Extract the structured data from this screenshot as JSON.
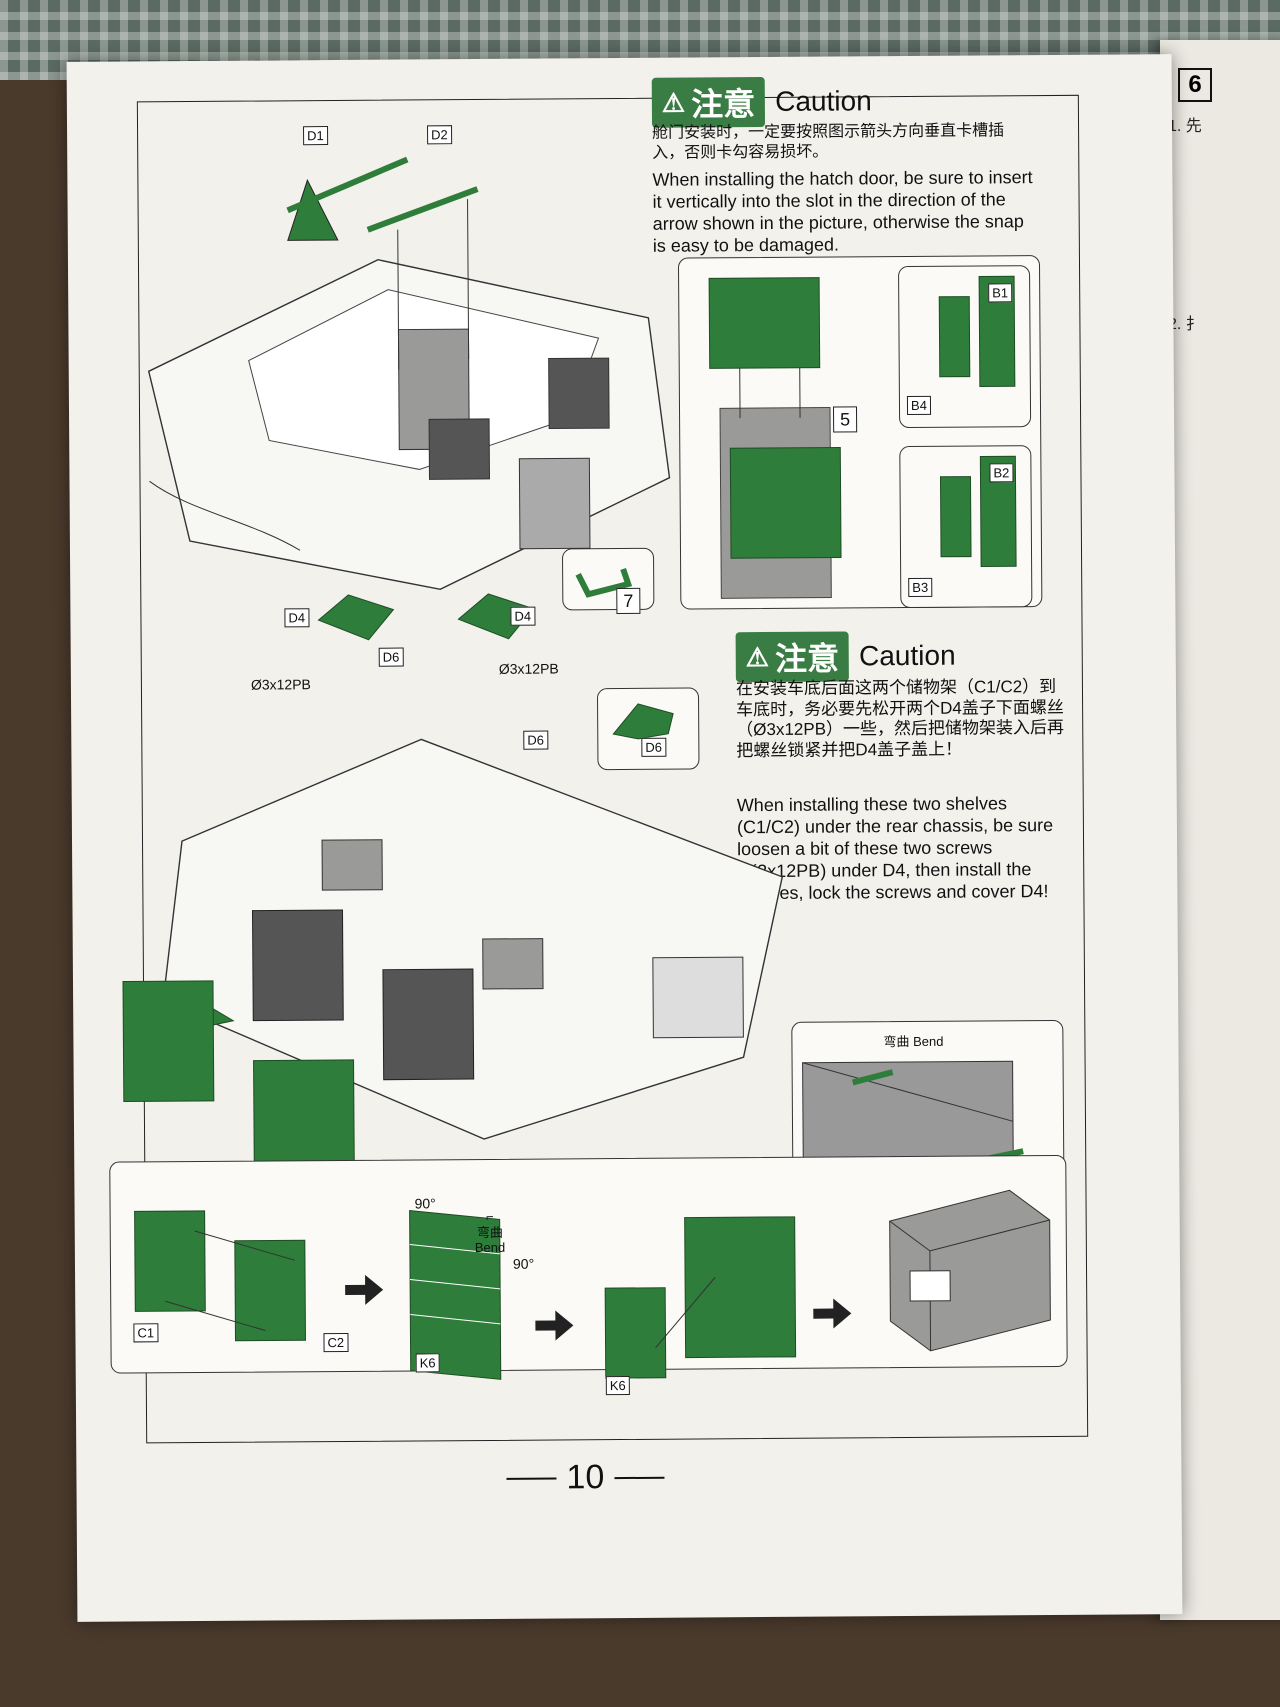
{
  "page": {
    "page_number": "10",
    "caution_top": {
      "badge": "注意",
      "word": "Caution",
      "zh": "舱门安装时，一定要按照图示箭头方向垂直卡槽插入，否则卡勾容易损坏。",
      "en": "When installing the hatch door, be sure to insert it vertically into the slot in the direction of the arrow shown in the picture, otherwise the snap is easy to be damaged."
    },
    "caution_mid": {
      "badge": "注意",
      "word": "Caution",
      "zh": "在安装车底后面这两个储物架（C1/C2）到车底时，务必要先松开两个D4盖子下面螺丝（Ø3x12PB）一些，然后把储物架装入后再把螺丝锁紧并把D4盖子盖上！",
      "en": "When installing these two shelves (C1/C2) under the rear chassis, be sure loosen a bit of these two screws (Ø3x12PB) under D4, then install the shelves, lock the screws and cover D4!"
    },
    "labels": {
      "d1": "D1",
      "d2": "D2",
      "b1": "B1",
      "b2": "B2",
      "b3": "B3",
      "b4": "B4",
      "n5": "5",
      "n7": "7",
      "d4_left": "D4",
      "d4_right": "D4",
      "d6_left": "D6",
      "d6_mid": "D6",
      "d6_panel": "D6",
      "screw_left": "Ø3x12PB",
      "screw_right": "Ø3x12PB",
      "c1": "C1",
      "c2": "C2",
      "k6_a": "K6",
      "k6_b": "K6",
      "deg_a": "90°",
      "deg_b": "90°",
      "bend_zh": "弯曲",
      "bend_en": "Bend",
      "bend_inline": "弯曲 Bend"
    },
    "next_page": {
      "num": "6",
      "line1": "1. 先",
      "line2": "2. 扌"
    }
  },
  "colors": {
    "green": "#2e7d3a",
    "caution": "#3a7d44",
    "grey": "#9a9a98"
  }
}
